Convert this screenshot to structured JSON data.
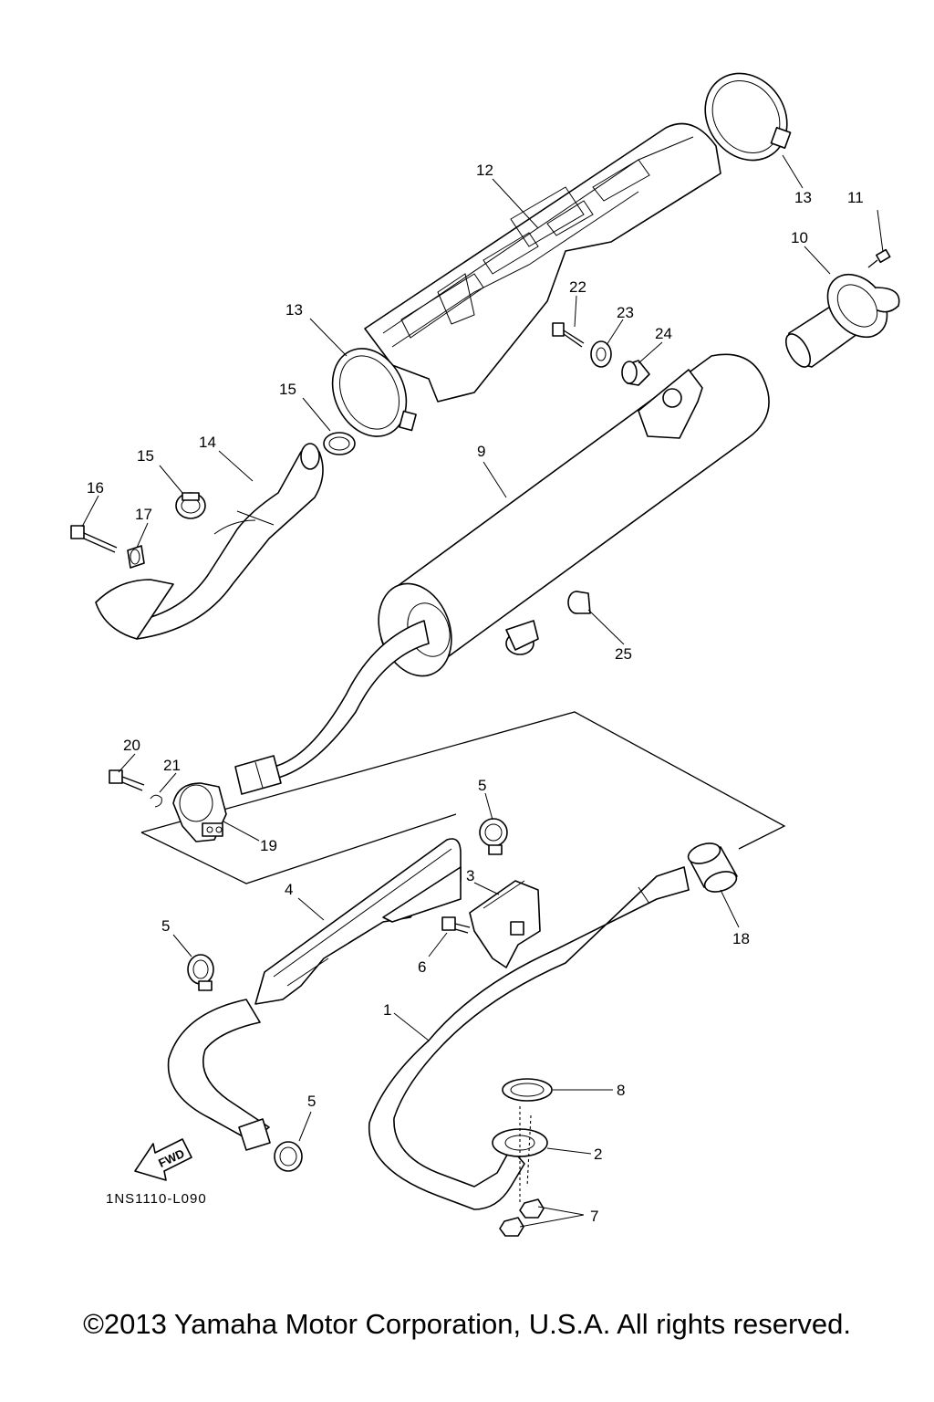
{
  "diagram": {
    "callouts": [
      {
        "id": "c12",
        "label": "12"
      },
      {
        "id": "c13a",
        "label": "13"
      },
      {
        "id": "c11",
        "label": "11"
      },
      {
        "id": "c10",
        "label": "10"
      },
      {
        "id": "c13b",
        "label": "13"
      },
      {
        "id": "c22",
        "label": "22"
      },
      {
        "id": "c23",
        "label": "23"
      },
      {
        "id": "c24",
        "label": "24"
      },
      {
        "id": "c15a",
        "label": "15"
      },
      {
        "id": "c9",
        "label": "9"
      },
      {
        "id": "c14",
        "label": "14"
      },
      {
        "id": "c15b",
        "label": "15"
      },
      {
        "id": "c16",
        "label": "16"
      },
      {
        "id": "c17",
        "label": "17"
      },
      {
        "id": "c25",
        "label": "25"
      },
      {
        "id": "c20",
        "label": "20"
      },
      {
        "id": "c21",
        "label": "21"
      },
      {
        "id": "c19",
        "label": "19"
      },
      {
        "id": "c5a",
        "label": "5"
      },
      {
        "id": "c3",
        "label": "3"
      },
      {
        "id": "c4",
        "label": "4"
      },
      {
        "id": "c5b",
        "label": "5"
      },
      {
        "id": "c6",
        "label": "6"
      },
      {
        "id": "c18",
        "label": "18"
      },
      {
        "id": "c1",
        "label": "1"
      },
      {
        "id": "c8",
        "label": "8"
      },
      {
        "id": "c5c",
        "label": "5"
      },
      {
        "id": "c2",
        "label": "2"
      },
      {
        "id": "c7",
        "label": "7"
      }
    ],
    "fwd_label": "FWD",
    "diagram_code": "1NS1110-L090"
  },
  "footer": {
    "copyright": "©2013 Yamaha Motor Corporation, U.S.A. All rights reserved."
  }
}
